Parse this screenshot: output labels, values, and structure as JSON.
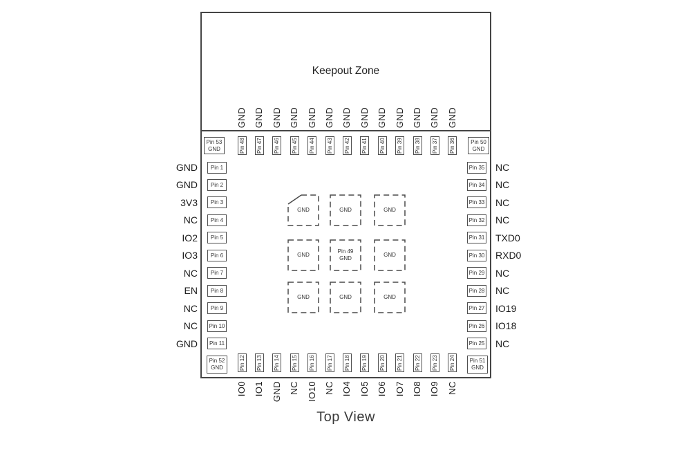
{
  "title": "Top View",
  "keepout": {
    "label": "Keepout Zone"
  },
  "pins": {
    "left": [
      {
        "pin": "Pin 1",
        "signal": "GND"
      },
      {
        "pin": "Pin 2",
        "signal": "GND"
      },
      {
        "pin": "Pin 3",
        "signal": "3V3"
      },
      {
        "pin": "Pin 4",
        "signal": "NC"
      },
      {
        "pin": "Pin 5",
        "signal": "IO2"
      },
      {
        "pin": "Pin 6",
        "signal": "IO3"
      },
      {
        "pin": "Pin 7",
        "signal": "NC"
      },
      {
        "pin": "Pin 8",
        "signal": "EN"
      },
      {
        "pin": "Pin 9",
        "signal": "NC"
      },
      {
        "pin": "Pin 10",
        "signal": "NC"
      },
      {
        "pin": "Pin 11",
        "signal": "GND"
      }
    ],
    "right": [
      {
        "pin": "Pin 35",
        "signal": "NC"
      },
      {
        "pin": "Pin 34",
        "signal": "NC"
      },
      {
        "pin": "Pin 33",
        "signal": "NC"
      },
      {
        "pin": "Pin 32",
        "signal": "NC"
      },
      {
        "pin": "Pin 31",
        "signal": "TXD0"
      },
      {
        "pin": "Pin 30",
        "signal": "RXD0"
      },
      {
        "pin": "Pin 29",
        "signal": "NC"
      },
      {
        "pin": "Pin 28",
        "signal": "NC"
      },
      {
        "pin": "Pin 27",
        "signal": "IO19"
      },
      {
        "pin": "Pin 26",
        "signal": "IO18"
      },
      {
        "pin": "Pin 25",
        "signal": "NC"
      }
    ],
    "top": [
      {
        "pin": "Pin 48",
        "signal": "GND"
      },
      {
        "pin": "Pin 47",
        "signal": "GND"
      },
      {
        "pin": "Pin 46",
        "signal": "GND"
      },
      {
        "pin": "Pin 45",
        "signal": "GND"
      },
      {
        "pin": "Pin 44",
        "signal": "GND"
      },
      {
        "pin": "Pin 43",
        "signal": "GND"
      },
      {
        "pin": "Pin 42",
        "signal": "GND"
      },
      {
        "pin": "Pin 41",
        "signal": "GND"
      },
      {
        "pin": "Pin 40",
        "signal": "GND"
      },
      {
        "pin": "Pin 39",
        "signal": "GND"
      },
      {
        "pin": "Pin 38",
        "signal": "GND"
      },
      {
        "pin": "Pin 37",
        "signal": "GND"
      },
      {
        "pin": "Pin 36",
        "signal": "GND"
      }
    ],
    "bottom": [
      {
        "pin": "Pin 12",
        "signal": "IO0"
      },
      {
        "pin": "Pin 13",
        "signal": "IO1"
      },
      {
        "pin": "Pin 14",
        "signal": "GND"
      },
      {
        "pin": "Pin 15",
        "signal": "NC"
      },
      {
        "pin": "Pin 16",
        "signal": "IO10"
      },
      {
        "pin": "Pin 17",
        "signal": "NC"
      },
      {
        "pin": "Pin 18",
        "signal": "IO4"
      },
      {
        "pin": "Pin 19",
        "signal": "IO5"
      },
      {
        "pin": "Pin 20",
        "signal": "IO6"
      },
      {
        "pin": "Pin 21",
        "signal": "IO7"
      },
      {
        "pin": "Pin 22",
        "signal": "IO8"
      },
      {
        "pin": "Pin 23",
        "signal": "IO9"
      },
      {
        "pin": "Pin 24",
        "signal": "NC"
      }
    ],
    "corners": {
      "top_left": {
        "pin": "Pin 53",
        "signal": "GND"
      },
      "top_right": {
        "pin": "Pin 50",
        "signal": "GND"
      },
      "bottom_left": {
        "pin": "Pin 52",
        "signal": "GND"
      },
      "bottom_right": {
        "pin": "Pin 51",
        "signal": "GND"
      }
    }
  },
  "pads": [
    {
      "label": "GND",
      "chamfered": true
    },
    {
      "label": "GND"
    },
    {
      "label": "GND"
    },
    {
      "label": "GND"
    },
    {
      "pin": "Pin 49",
      "label": "GND"
    },
    {
      "label": "GND"
    },
    {
      "label": "GND"
    },
    {
      "label": "GND"
    },
    {
      "label": "GND"
    }
  ],
  "colors": {
    "line": "#454545",
    "pad_line": "#4a4a4a",
    "text": "#1e1e1e"
  }
}
